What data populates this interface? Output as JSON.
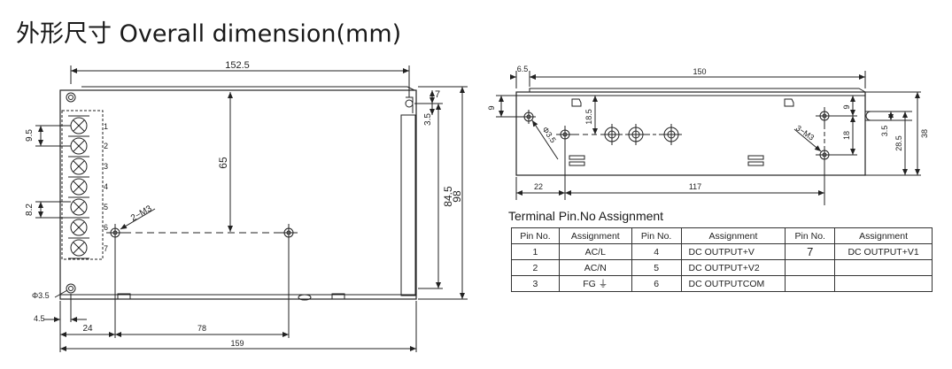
{
  "title": "外形尺寸 Overall dimension(mm)",
  "front_view": {
    "dims": {
      "width_top": "152.5",
      "depth_65": "65",
      "height_84_5": "84.5",
      "height_98": "98",
      "right_7": "7",
      "right_3_5": "3.5",
      "left_9_5": "9.5",
      "left_8_2": "8.2",
      "screw_note": "2−M3",
      "hole_note": "Φ3.5",
      "bottom_4_5": "4.5",
      "bottom_24": "24",
      "bottom_78": "78",
      "bottom_159": "159"
    },
    "terminal_numbers": [
      "1",
      "2",
      "3",
      "4",
      "5",
      "6",
      "7"
    ]
  },
  "side_view": {
    "dims": {
      "top_6_5": "6.5",
      "top_150": "150",
      "left_9": "9",
      "hole_note": "Φ3.5",
      "v_18_5": "18.5",
      "right_9": "9",
      "screw_note": "3−M3",
      "right_18": "18",
      "right_3_5": "3.5",
      "right_28_5": "28.5",
      "right_38": "38",
      "bottom_22": "22",
      "bottom_117": "117"
    }
  },
  "pin_table": {
    "title": "Terminal Pin.No Assignment",
    "headers": [
      "Pin No.",
      "Assignment",
      "Pin No.",
      "Assignment",
      "Pin No.",
      "Assignment"
    ],
    "rows": [
      [
        "1",
        "AC/L",
        "4",
        "DC OUTPUT+V",
        "7",
        "DC OUTPUT+V1"
      ],
      [
        "2",
        "AC/N",
        "5",
        "DC OUTPUT+V2",
        "",
        ""
      ],
      [
        "3",
        "FG ⏚",
        "6",
        "DC OUTPUTCOM",
        "",
        ""
      ]
    ]
  }
}
